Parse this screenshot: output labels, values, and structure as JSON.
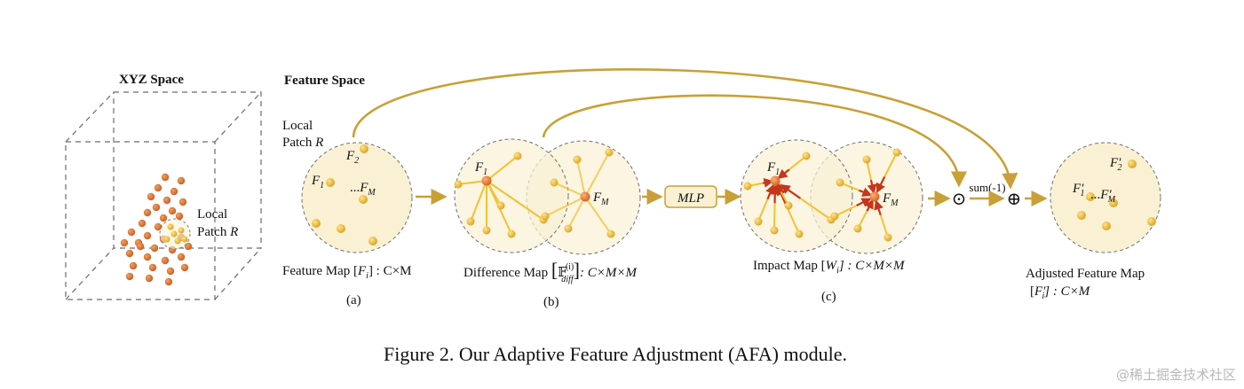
{
  "titles": {
    "xyz_space": "XYZ Space",
    "feature_space": "Feature Space"
  },
  "xyz": {
    "local": "Local",
    "patch": "Patch",
    "R": "R"
  },
  "panel_a": {
    "local": "Local",
    "patch": "Patch",
    "R": "R",
    "F": "F",
    "sub1": "1",
    "sub2": "2",
    "subM": "M",
    "dots": "...",
    "label_text": "Feature Map",
    "label_math_pre": "[",
    "label_math_F": "F",
    "label_math_i": "i",
    "label_math_post": "] : C×M",
    "tag": "(a)"
  },
  "panel_b": {
    "F": "F",
    "sub1": "1",
    "subM": "M",
    "label_text": "Difference Map",
    "label_math_F": "𝔽",
    "label_math_sup": "(i)",
    "label_math_sub": "diff",
    "label_math_post": ": C×M×M",
    "tag": "(b)"
  },
  "mlp": {
    "label": "MLP"
  },
  "panel_c": {
    "F": "F",
    "sub1": "1",
    "subM": "M",
    "label_text": "Impact Map",
    "label_math_pre": "[",
    "label_math_W": "W",
    "label_math_i": "i",
    "label_math_post": "] : C×M×M",
    "tag": "(c)"
  },
  "ops": {
    "sum_label": "sum(-1)",
    "hadamard": "⊙",
    "plus": "⊕"
  },
  "panel_d": {
    "F": "F",
    "sub1": "1",
    "sub2": "2",
    "subM": "M",
    "prime": "′",
    "dots": "...",
    "label_line1": "Adjusted Feature Map",
    "label_math_pre": "[",
    "label_math_F": "F",
    "label_math_prime": "′",
    "label_math_i": "i",
    "label_math_post": "] : C×M"
  },
  "caption": "Figure 2. Our Adaptive Feature Adjustment (AFA) module.",
  "watermark": "@稀土掘金技术社区",
  "colors": {
    "gold": "#c9a037",
    "node_yellow": "#e3b52a",
    "node_orange": "#e27735",
    "edge_yellow": "#f2c230",
    "edge_red": "#c4361c",
    "circle_fill": "#faf1d4",
    "points_orange": "#d9722f"
  }
}
